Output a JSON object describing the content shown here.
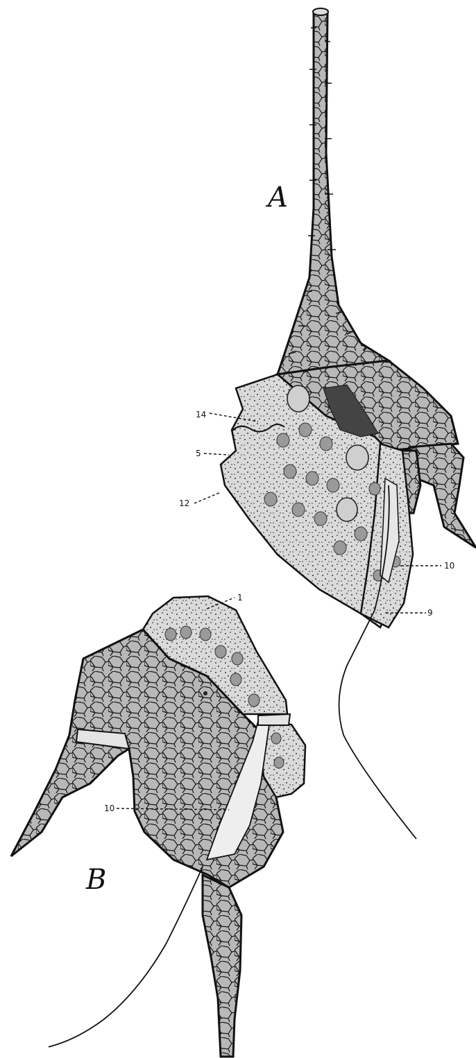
{
  "figure": {
    "panels": [
      {
        "id": "A",
        "letter": "A"
      },
      {
        "id": "B",
        "letter": "B"
      }
    ],
    "callouts_a": [
      "14",
      "5",
      "12",
      "10",
      "9"
    ],
    "callouts_b": [
      "1",
      "10"
    ]
  },
  "colors": {
    "ink": "#111111",
    "paper": "#ffffff",
    "cytoplasm": "#d8d8d8",
    "reticulum": "#b5b5b5",
    "vacuole": "#9a9a9a"
  }
}
